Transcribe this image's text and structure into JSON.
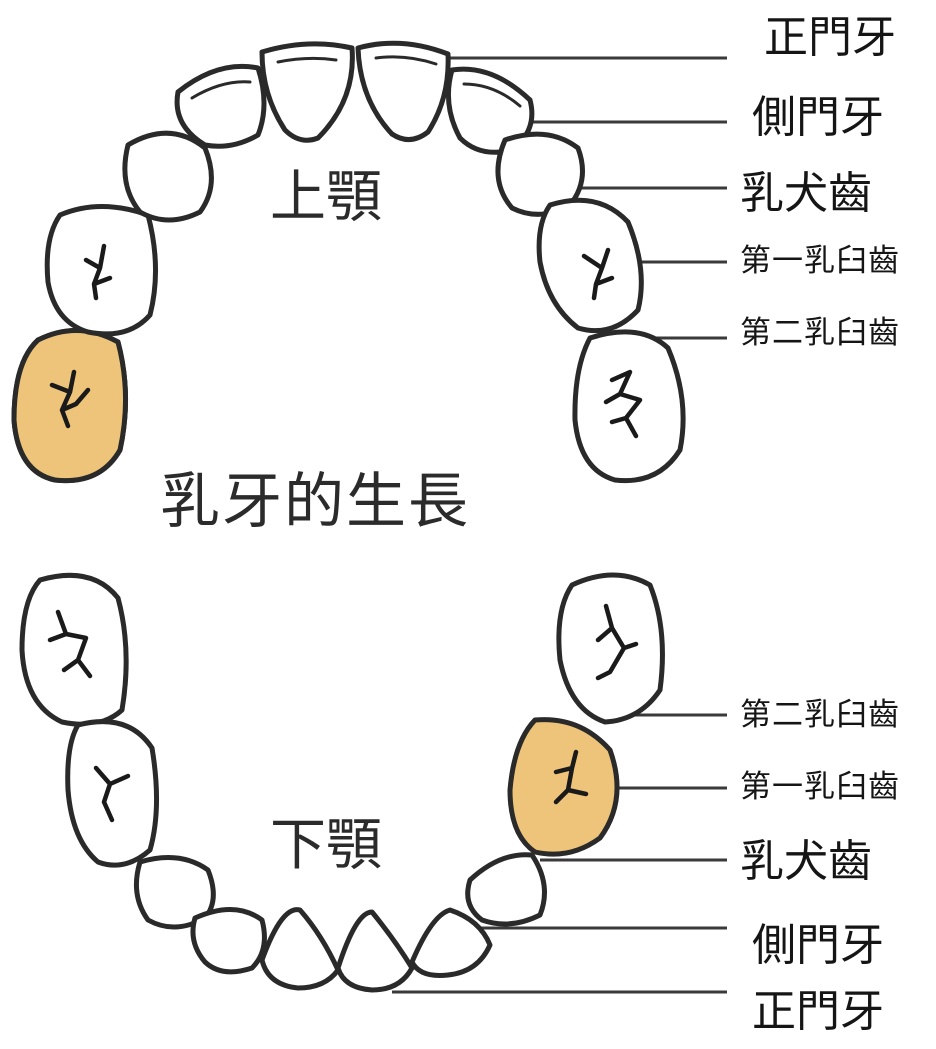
{
  "title": "乳牙的生長",
  "upper_jaw": {
    "name": "上顎",
    "labels": [
      "正門牙",
      "側門牙",
      "乳犬齒",
      "第一乳臼齒",
      "第二乳臼齒"
    ]
  },
  "lower_jaw": {
    "name": "下顎",
    "labels": [
      "第二乳臼齒",
      "第一乳臼齒",
      "乳犬齒",
      "側門牙",
      "正門牙"
    ]
  },
  "colors": {
    "highlight": "#eec47a",
    "outline": "#2a2a2a"
  }
}
